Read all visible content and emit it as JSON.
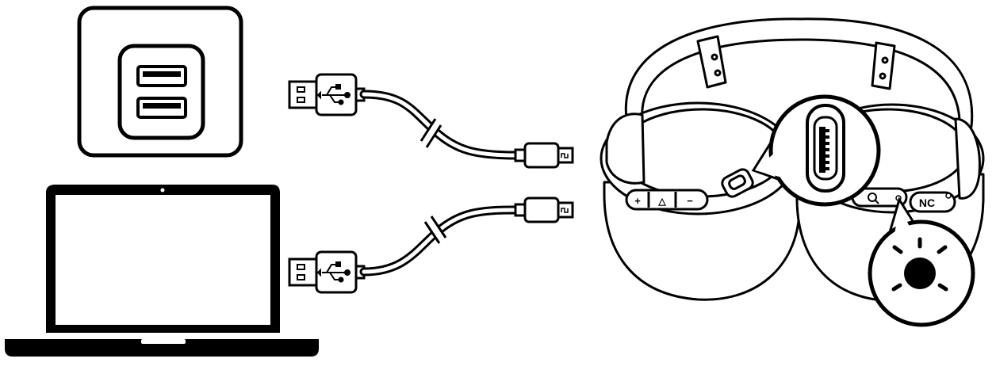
{
  "figure": {
    "kind": "charging-instructions-illustration",
    "sources": [
      "wall-usb-charger",
      "laptop"
    ],
    "cable": "usb-a-to-micro-usb",
    "device": "over-ear-headphones"
  },
  "headphones": {
    "buttons": {
      "plus_label": "+",
      "minus_label": "−",
      "play_label": "△",
      "nc_label": "NC"
    }
  },
  "colors": {
    "stroke": "#000000",
    "fill_light": "#f4f4f4",
    "fill_shadow": "#e6e6e6",
    "led_on": "#000000"
  },
  "icons": [
    "usb-charger-icon",
    "laptop-icon",
    "usb-a-plug-icon",
    "micro-usb-plug-icon",
    "usb-trident-icon",
    "headphones-icon",
    "charging-port-zoom-icon",
    "led-indicator-icon"
  ]
}
